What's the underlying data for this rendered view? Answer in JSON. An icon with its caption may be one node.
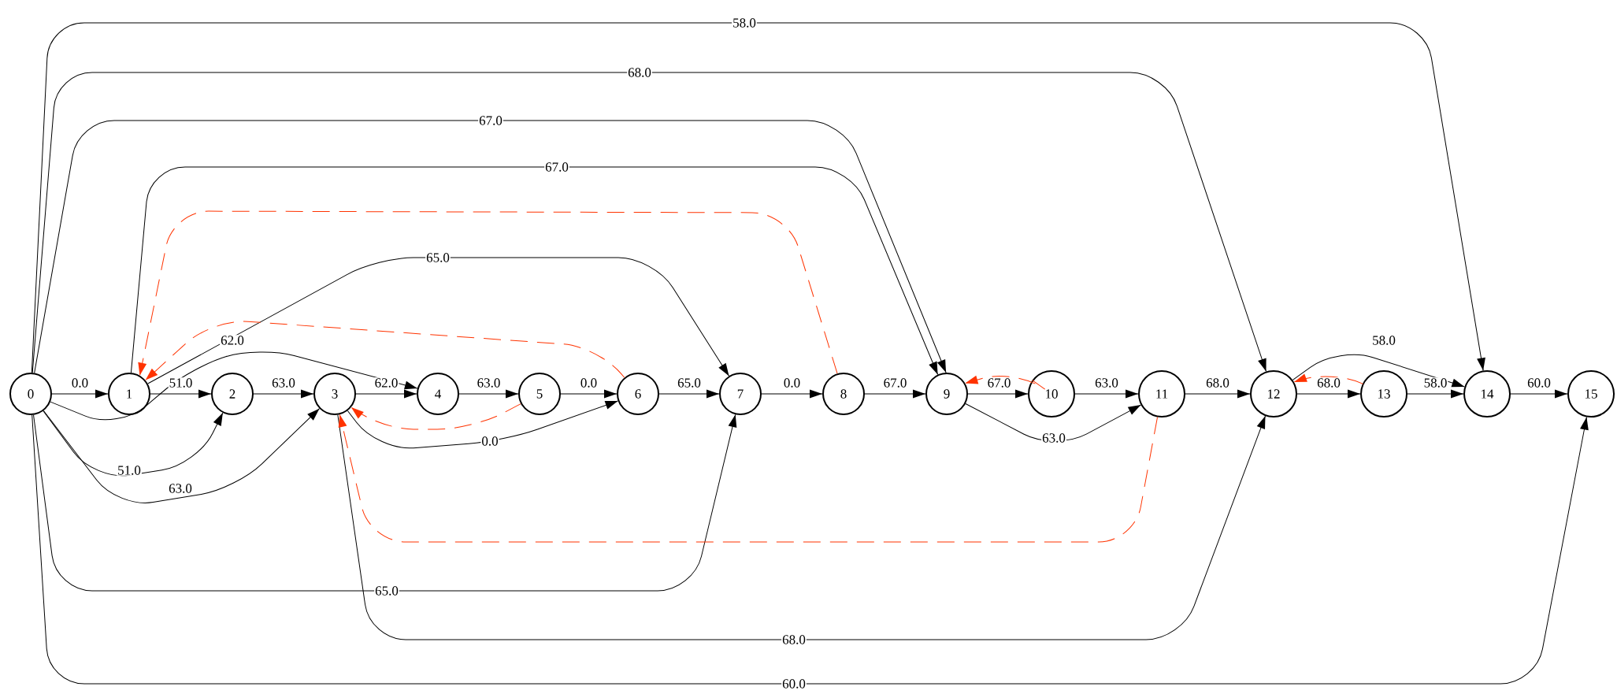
{
  "diagram": {
    "nodes": [
      {
        "text": [
          "0"
        ]
      },
      {
        "text": [
          "1"
        ]
      },
      {
        "text": [
          "2"
        ]
      },
      {
        "text": [
          "3"
        ]
      },
      {
        "text": [
          "4"
        ]
      },
      {
        "text": [
          "5"
        ]
      },
      {
        "text": [
          "6"
        ]
      },
      {
        "text": [
          "7"
        ]
      },
      {
        "text": [
          "8"
        ]
      },
      {
        "text": [
          "9"
        ]
      },
      {
        "text": [
          "10"
        ]
      },
      {
        "text": [
          "11"
        ]
      },
      {
        "text": [
          "12"
        ]
      },
      {
        "text": [
          "13"
        ]
      },
      {
        "text": [
          "14"
        ]
      },
      {
        "text": [
          "15"
        ]
      }
    ],
    "edges": [
      {
        "from": 0,
        "to": 1,
        "arrow": "to",
        "label": "0.0"
      },
      {
        "from": 1,
        "to": 2,
        "arrow": "to",
        "label": "51.0"
      },
      {
        "from": 2,
        "to": 3,
        "arrow": "to",
        "label": "63.0"
      },
      {
        "from": 3,
        "to": 4,
        "arrow": "to",
        "label": "62.0"
      },
      {
        "from": 4,
        "to": 5,
        "arrow": "to",
        "label": "63.0"
      },
      {
        "from": 5,
        "to": 6,
        "arrow": "to",
        "label": "0.0"
      },
      {
        "from": 6,
        "to": 7,
        "arrow": "to",
        "label": "65.0"
      },
      {
        "from": 7,
        "to": 8,
        "arrow": "to",
        "label": "0.0"
      },
      {
        "from": 8,
        "to": 9,
        "arrow": "to",
        "label": "67.0"
      },
      {
        "from": 9,
        "to": 10,
        "arrow": "to",
        "label": "67.0"
      },
      {
        "from": 10,
        "to": 11,
        "arrow": "to",
        "label": "63.0"
      },
      {
        "from": 11,
        "to": 12,
        "arrow": "to",
        "label": "68.0"
      },
      {
        "from": 12,
        "to": 13,
        "arrow": "to",
        "label": "68.0"
      },
      {
        "from": 13,
        "to": 14,
        "arrow": "to",
        "label": "58.0"
      },
      {
        "from": 14,
        "to": 15,
        "arrow": "to",
        "label": "60.0"
      },
      {
        "from": 0,
        "to": 14,
        "arrow": "to",
        "label": "58.0"
      },
      {
        "from": 0,
        "to": 12,
        "arrow": "to",
        "label": "68.0"
      },
      {
        "from": 0,
        "to": 9,
        "arrow": "to",
        "label": "67.0"
      },
      {
        "from": 1,
        "to": 9,
        "arrow": "to",
        "label": "67.0"
      },
      {
        "from": 1,
        "to": 7,
        "arrow": "to",
        "label": "65.0"
      },
      {
        "from": 0,
        "to": 4,
        "arrow": "to",
        "label": "62.0"
      },
      {
        "from": 0,
        "to": 2,
        "arrow": "to",
        "label": "51.0"
      },
      {
        "from": 0,
        "to": 3,
        "arrow": "to",
        "label": "63.0"
      },
      {
        "from": 3,
        "to": 6,
        "arrow": "to",
        "label": "0.0"
      },
      {
        "from": 9,
        "to": 11,
        "arrow": "to",
        "label": "63.0"
      },
      {
        "from": 12,
        "to": 14,
        "arrow": "to",
        "label": "58.0"
      },
      {
        "from": 0,
        "to": 7,
        "arrow": "to",
        "label": "65.0"
      },
      {
        "from": 3,
        "to": 12,
        "arrow": "to",
        "label": "68.0"
      },
      {
        "from": 0,
        "to": 15,
        "arrow": "to",
        "label": "60.0"
      },
      {
        "from": 8,
        "to": 1,
        "arrow": "to",
        "style": "dashed",
        "color": "#ff3300"
      },
      {
        "from": 6,
        "to": 1,
        "arrow": "to",
        "style": "dashed",
        "color": "#ff3300"
      },
      {
        "from": 5,
        "to": 3,
        "arrow": "to",
        "style": "dashed",
        "color": "#ff3300"
      },
      {
        "from": 11,
        "to": 3,
        "arrow": "to",
        "style": "dashed",
        "color": "#ff3300"
      },
      {
        "from": 10,
        "to": 9,
        "arrow": "to",
        "style": "dashed",
        "color": "#ff3300"
      },
      {
        "from": 13,
        "to": 12,
        "arrow": "to",
        "style": "dashed",
        "color": "#ff3300"
      }
    ]
  }
}
